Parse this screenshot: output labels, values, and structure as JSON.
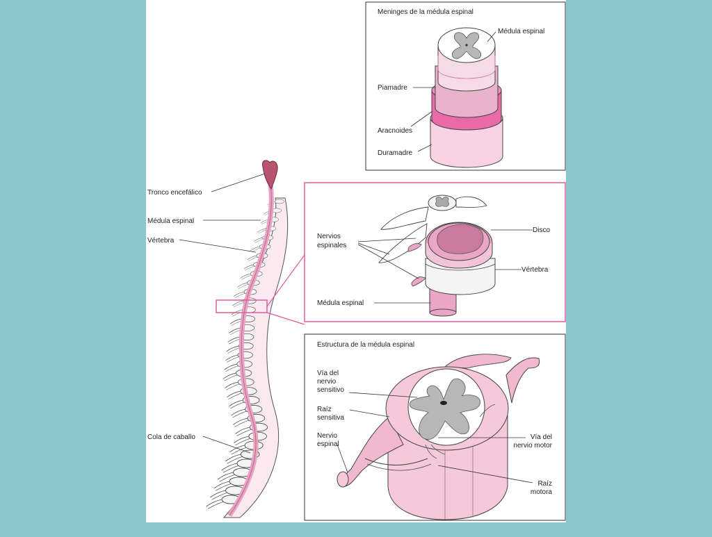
{
  "colors": {
    "background": "#8dc6cd",
    "page": "#ffffff",
    "pink_light": "#f9d3e2",
    "pink_mid": "#eaa6c4",
    "pink_strong": "#e96aa6",
    "gray_matter": "#b7b7b7",
    "highlight_box": "#e35a9e",
    "line": "#333333"
  },
  "spine": {
    "labels": {
      "tronco": "Tronco encefálico",
      "medula": "Médula espinal",
      "vertebra": "Vértebra",
      "cola": "Cola de caballo"
    }
  },
  "meninges_panel": {
    "title": "Meninges de la médula espinal",
    "labels": {
      "medula": "Médula espinal",
      "piamadre": "Piamadre",
      "aracnoides": "Aracnoides",
      "duramadre": "Duramadre"
    }
  },
  "vertebra_panel": {
    "labels": {
      "nervios_1": "Nervios",
      "nervios_2": "espinales",
      "disco": "Disco",
      "vertebra": "Vértebra",
      "medula": "Médula espinal"
    }
  },
  "estructura_panel": {
    "title": "Estructura de la médula espinal",
    "labels": {
      "via_sens_1": "Vía del",
      "via_sens_2": "nervio",
      "via_sens_3": "sensitivo",
      "raiz_sens_1": "Raíz",
      "raiz_sens_2": "sensitiva",
      "nervio_esp_1": "Nervio",
      "nervio_esp_2": "espinal",
      "via_motor_1": "Vía del",
      "via_motor_2": "nervio motor",
      "raiz_motor_1": "Raíz",
      "raiz_motor_2": "motora"
    }
  }
}
